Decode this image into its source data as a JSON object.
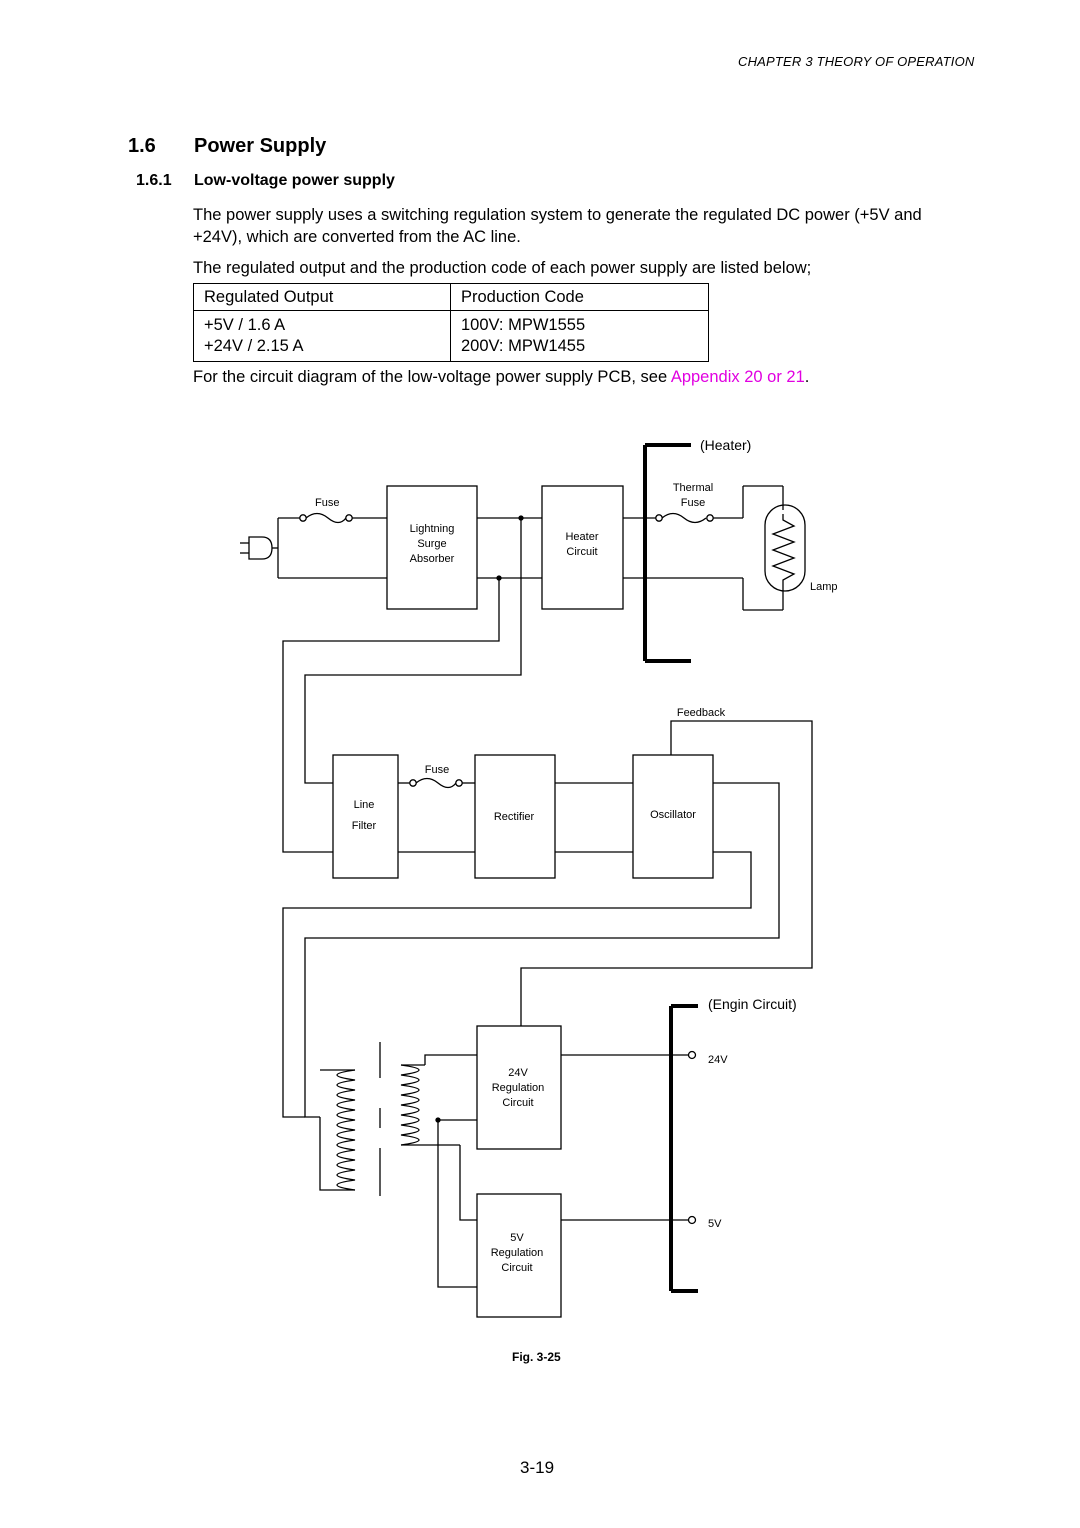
{
  "header": "CHAPTER 3  THEORY OF OPERATION",
  "section": {
    "number": "1.6",
    "title": "Power Supply"
  },
  "subsection": {
    "number": "1.6.1",
    "title": "Low-voltage power supply"
  },
  "paragraphs": {
    "p1": "The power supply uses a switching regulation system to generate the regulated DC power (+5V and +24V), which are converted from the AC line.",
    "p2": "The regulated output and the production code of each power supply are listed below;",
    "p3_before": "For the circuit diagram of the low-voltage power supply PCB, see ",
    "p3_link": "Appendix 20 or 21",
    "p3_after": "."
  },
  "table": {
    "headers": [
      "Regulated Output",
      "Production Code"
    ],
    "rows": [
      [
        "+5V / 1.6 A",
        "100V: MPW1555"
      ],
      [
        "+24V / 2.15 A",
        "200V: MPW1455"
      ]
    ]
  },
  "diagram": {
    "heater_label": "(Heater)",
    "fuse1": "Fuse",
    "lightning": [
      "Lightning",
      "Surge",
      "Absorber"
    ],
    "heater_circuit": [
      "Heater",
      "Circuit"
    ],
    "thermal_fuse": [
      "Thermal",
      "Fuse"
    ],
    "lamp": "Lamp",
    "feedback": "Feedback",
    "fuse2": "Fuse",
    "line_filter": [
      "Line",
      "Filter"
    ],
    "rectifier": "Rectifier",
    "oscillator": "Oscillator",
    "engine_label": "(Engin Circuit)",
    "reg24": [
      "24V",
      "Regulation",
      "Circuit"
    ],
    "reg5": [
      "5V",
      "Regulation",
      "Circuit"
    ],
    "out24": "24V",
    "out5": "5V"
  },
  "figure_caption": "Fig. 3-25",
  "page_number": "3-19",
  "colors": {
    "link": "#e100e1",
    "ink": "#000000"
  }
}
